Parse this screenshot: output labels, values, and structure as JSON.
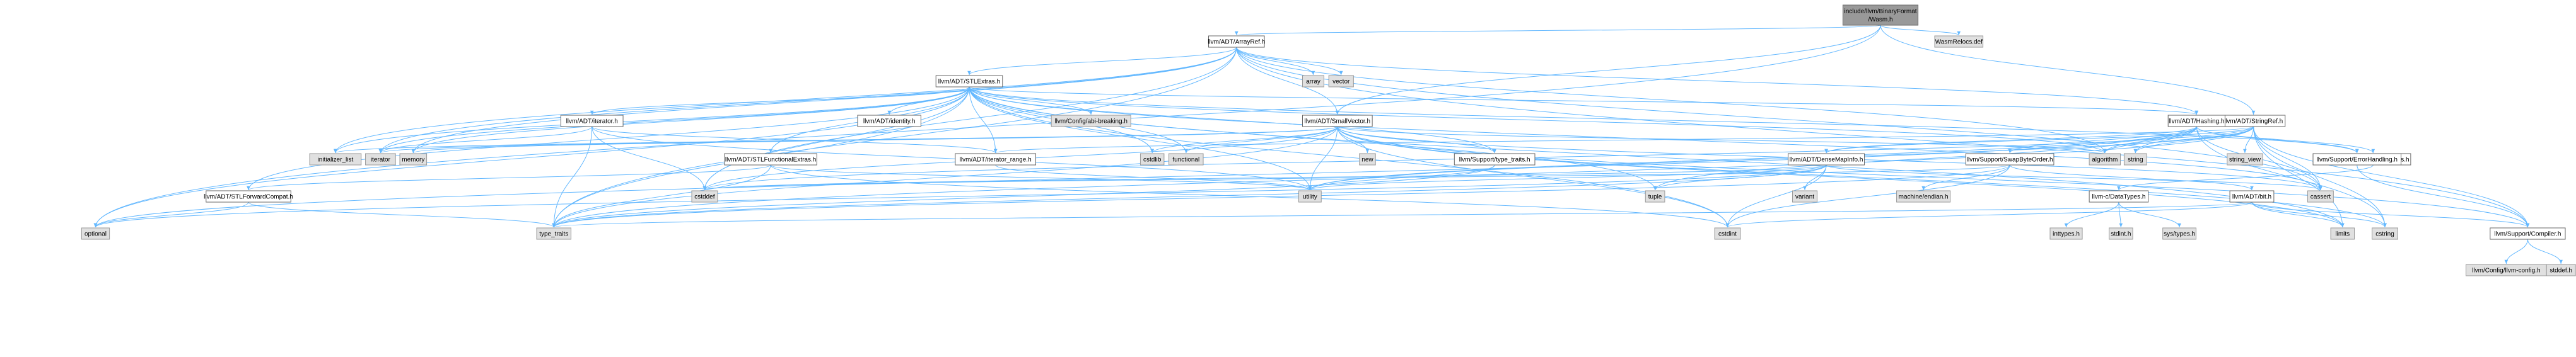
{
  "colors": {
    "edge": "#63b8ff",
    "root_fill": "#999999",
    "root_stroke": "#666666",
    "header_fill": "#ffffff",
    "header_stroke": "#666666",
    "system_fill": "#e0e0e0",
    "system_stroke": "#999999"
  },
  "nodes": {
    "root": {
      "label": "include/llvm/BinaryFormat\n/Wasm.h",
      "kind": "root"
    },
    "arrayref": {
      "label": "llvm/ADT/ArrayRef.h",
      "kind": "header"
    },
    "wasmrelocs": {
      "label": "WasmRelocs.def",
      "kind": "system"
    },
    "stlextras": {
      "label": "llvm/ADT/STLExtras.h",
      "kind": "header"
    },
    "array": {
      "label": "array",
      "kind": "system"
    },
    "vector": {
      "label": "vector",
      "kind": "system"
    },
    "stringref": {
      "label": "llvm/ADT/StringRef.h",
      "kind": "header"
    },
    "iterator_h": {
      "label": "llvm/ADT/iterator.h",
      "kind": "header"
    },
    "identity": {
      "label": "llvm/ADT/identity.h",
      "kind": "header"
    },
    "abibreaking": {
      "label": "llvm/Config/abi-breaking.h",
      "kind": "system"
    },
    "smallvector": {
      "label": "llvm/ADT/SmallVector.h",
      "kind": "header"
    },
    "hashing": {
      "label": "llvm/ADT/Hashing.h",
      "kind": "header"
    },
    "initlist": {
      "label": "initializer_list",
      "kind": "system"
    },
    "iterator": {
      "label": "iterator",
      "kind": "system"
    },
    "memory": {
      "label": "memory",
      "kind": "system"
    },
    "stlfunc": {
      "label": "llvm/ADT/STLFunctionalExtras.h",
      "kind": "header"
    },
    "itrange": {
      "label": "llvm/ADT/iterator_range.h",
      "kind": "header"
    },
    "cstdlib": {
      "label": "cstdlib",
      "kind": "system"
    },
    "functional": {
      "label": "functional",
      "kind": "system"
    },
    "new": {
      "label": "new",
      "kind": "system"
    },
    "typetraits_h": {
      "label": "llvm/Support/type_traits.h",
      "kind": "header"
    },
    "densemapinfo": {
      "label": "llvm/ADT/DenseMapInfo.h",
      "kind": "header"
    },
    "swapbyteorder": {
      "label": "llvm/Support/SwapByteOrder.h",
      "kind": "header"
    },
    "datatypes": {
      "label": "llvm/Support/DataTypes.h",
      "kind": "header"
    },
    "algorithm": {
      "label": "algorithm",
      "kind": "system"
    },
    "string": {
      "label": "string",
      "kind": "system"
    },
    "string_view": {
      "label": "string_view",
      "kind": "system"
    },
    "errorhandling": {
      "label": "llvm/Support/ErrorHandling.h",
      "kind": "header"
    },
    "stlforward": {
      "label": "llvm/ADT/STLForwardCompat.h",
      "kind": "header"
    },
    "cstddef": {
      "label": "cstddef",
      "kind": "system"
    },
    "utility": {
      "label": "utility",
      "kind": "system"
    },
    "tuple": {
      "label": "tuple",
      "kind": "system"
    },
    "variant": {
      "label": "variant",
      "kind": "system"
    },
    "machendian": {
      "label": "machine/endian.h",
      "kind": "system"
    },
    "cdatatypes": {
      "label": "llvm-c/DataTypes.h",
      "kind": "header"
    },
    "bit": {
      "label": "llvm/ADT/bit.h",
      "kind": "header"
    },
    "cassert": {
      "label": "cassert",
      "kind": "system"
    },
    "optional": {
      "label": "optional",
      "kind": "system"
    },
    "typetraits": {
      "label": "type_traits",
      "kind": "system"
    },
    "cstdint": {
      "label": "cstdint",
      "kind": "system"
    },
    "inttypes": {
      "label": "inttypes.h",
      "kind": "system"
    },
    "stdint": {
      "label": "stdint.h",
      "kind": "system"
    },
    "systypes": {
      "label": "sys/types.h",
      "kind": "system"
    },
    "limits": {
      "label": "limits",
      "kind": "system"
    },
    "cstring": {
      "label": "cstring",
      "kind": "system"
    },
    "compiler": {
      "label": "llvm/Support/Compiler.h",
      "kind": "header"
    },
    "llvmconfig": {
      "label": "llvm/Config/llvm-config.h",
      "kind": "system"
    },
    "stddef": {
      "label": "stddef.h",
      "kind": "system"
    }
  },
  "edges": [
    [
      "root",
      "arrayref"
    ],
    [
      "root",
      "wasmrelocs"
    ],
    [
      "root",
      "stringref"
    ],
    [
      "root",
      "smallvector"
    ],
    [
      "root",
      "optional"
    ],
    [
      "arrayref",
      "stlextras"
    ],
    [
      "arrayref",
      "array"
    ],
    [
      "arrayref",
      "vector"
    ],
    [
      "arrayref",
      "smallvector"
    ],
    [
      "arrayref",
      "hashing"
    ],
    [
      "arrayref",
      "algorithm"
    ],
    [
      "arrayref",
      "cassert"
    ],
    [
      "arrayref",
      "cstddef"
    ],
    [
      "arrayref",
      "initlist"
    ],
    [
      "arrayref",
      "iterator"
    ],
    [
      "arrayref",
      "memory"
    ],
    [
      "arrayref",
      "typetraits"
    ],
    [
      "arrayref",
      "compiler"
    ],
    [
      "stlextras",
      "iterator_h"
    ],
    [
      "stlextras",
      "identity"
    ],
    [
      "stlextras",
      "abibreaking"
    ],
    [
      "stlextras",
      "stlfunc"
    ],
    [
      "stlextras",
      "itrange"
    ],
    [
      "stlextras",
      "stlforward"
    ],
    [
      "stlextras",
      "typetraits_h"
    ],
    [
      "stlextras",
      "errorhandling"
    ],
    [
      "stlextras",
      "hashing"
    ],
    [
      "stlextras",
      "algorithm"
    ],
    [
      "stlextras",
      "cassert"
    ],
    [
      "stlextras",
      "cstddef"
    ],
    [
      "stlextras",
      "cstdint"
    ],
    [
      "stlextras",
      "cstdlib"
    ],
    [
      "stlextras",
      "functional"
    ],
    [
      "stlextras",
      "initlist"
    ],
    [
      "stlextras",
      "iterator"
    ],
    [
      "stlextras",
      "limits"
    ],
    [
      "stlextras",
      "memory"
    ],
    [
      "stlextras",
      "optional"
    ],
    [
      "stlextras",
      "tuple"
    ],
    [
      "stlextras",
      "typetraits"
    ],
    [
      "stlextras",
      "utility"
    ],
    [
      "iterator_h",
      "itrange"
    ],
    [
      "iterator_h",
      "cstddef"
    ],
    [
      "iterator_h",
      "iterator"
    ],
    [
      "iterator_h",
      "typetraits"
    ],
    [
      "iterator_h",
      "utility"
    ],
    [
      "smallvector",
      "compiler"
    ],
    [
      "smallvector",
      "typetraits_h"
    ],
    [
      "smallvector",
      "algorithm"
    ],
    [
      "smallvector",
      "cassert"
    ],
    [
      "smallvector",
      "cstddef"
    ],
    [
      "smallvector",
      "cstdlib"
    ],
    [
      "smallvector",
      "cstring"
    ],
    [
      "smallvector",
      "functional"
    ],
    [
      "smallvector",
      "initlist"
    ],
    [
      "smallvector",
      "iterator"
    ],
    [
      "smallvector",
      "limits"
    ],
    [
      "smallvector",
      "memory"
    ],
    [
      "smallvector",
      "new"
    ],
    [
      "smallvector",
      "typetraits"
    ],
    [
      "smallvector",
      "utility"
    ],
    [
      "smallvector",
      "cstdint"
    ],
    [
      "hashing",
      "densemapinfo"
    ],
    [
      "hashing",
      "errorhandling"
    ],
    [
      "hashing",
      "swapbyteorder"
    ],
    [
      "hashing",
      "datatypes"
    ],
    [
      "hashing",
      "algorithm"
    ],
    [
      "hashing",
      "cassert"
    ],
    [
      "hashing",
      "cstring"
    ],
    [
      "hashing",
      "optional"
    ],
    [
      "hashing",
      "string"
    ],
    [
      "hashing",
      "tuple"
    ],
    [
      "hashing",
      "utility"
    ],
    [
      "stringref",
      "densemapinfo"
    ],
    [
      "stringref",
      "itrange"
    ],
    [
      "stringref",
      "compiler"
    ],
    [
      "stringref",
      "algorithm"
    ],
    [
      "stringref",
      "cassert"
    ],
    [
      "stringref",
      "cstddef"
    ],
    [
      "stringref",
      "cstring"
    ],
    [
      "stringref",
      "limits"
    ],
    [
      "stringref",
      "string"
    ],
    [
      "stringref",
      "string_view"
    ],
    [
      "stringref",
      "typetraits"
    ],
    [
      "stringref",
      "utility"
    ],
    [
      "stlfunc",
      "stlforward"
    ],
    [
      "stlfunc",
      "cstdint"
    ],
    [
      "stlfunc",
      "typetraits"
    ],
    [
      "stlfunc",
      "utility"
    ],
    [
      "itrange",
      "utility"
    ],
    [
      "typetraits_h",
      "typetraits"
    ],
    [
      "typetraits_h",
      "utility"
    ],
    [
      "densemapinfo",
      "cassert"
    ],
    [
      "densemapinfo",
      "cstddef"
    ],
    [
      "densemapinfo",
      "cstdint"
    ],
    [
      "densemapinfo",
      "optional"
    ],
    [
      "densemapinfo",
      "tuple"
    ],
    [
      "densemapinfo",
      "typetraits"
    ],
    [
      "densemapinfo",
      "utility"
    ],
    [
      "densemapinfo",
      "variant"
    ],
    [
      "swapbyteorder",
      "bit"
    ],
    [
      "swapbyteorder",
      "cstddef"
    ],
    [
      "swapbyteorder",
      "cstdint"
    ],
    [
      "swapbyteorder",
      "typetraits"
    ],
    [
      "swapbyteorder",
      "machendian"
    ],
    [
      "datatypes",
      "cdatatypes"
    ],
    [
      "cdatatypes",
      "inttypes"
    ],
    [
      "cdatatypes",
      "stdint"
    ],
    [
      "cdatatypes",
      "systypes"
    ],
    [
      "bit",
      "compiler"
    ],
    [
      "bit",
      "cstdint"
    ],
    [
      "bit",
      "limits"
    ],
    [
      "bit",
      "typetraits"
    ],
    [
      "bit",
      "cstring"
    ],
    [
      "errorhandling",
      "compiler"
    ],
    [
      "stlforward",
      "optional"
    ],
    [
      "stlforward",
      "typetraits"
    ],
    [
      "compiler",
      "llvmconfig"
    ],
    [
      "compiler",
      "stddef"
    ]
  ]
}
